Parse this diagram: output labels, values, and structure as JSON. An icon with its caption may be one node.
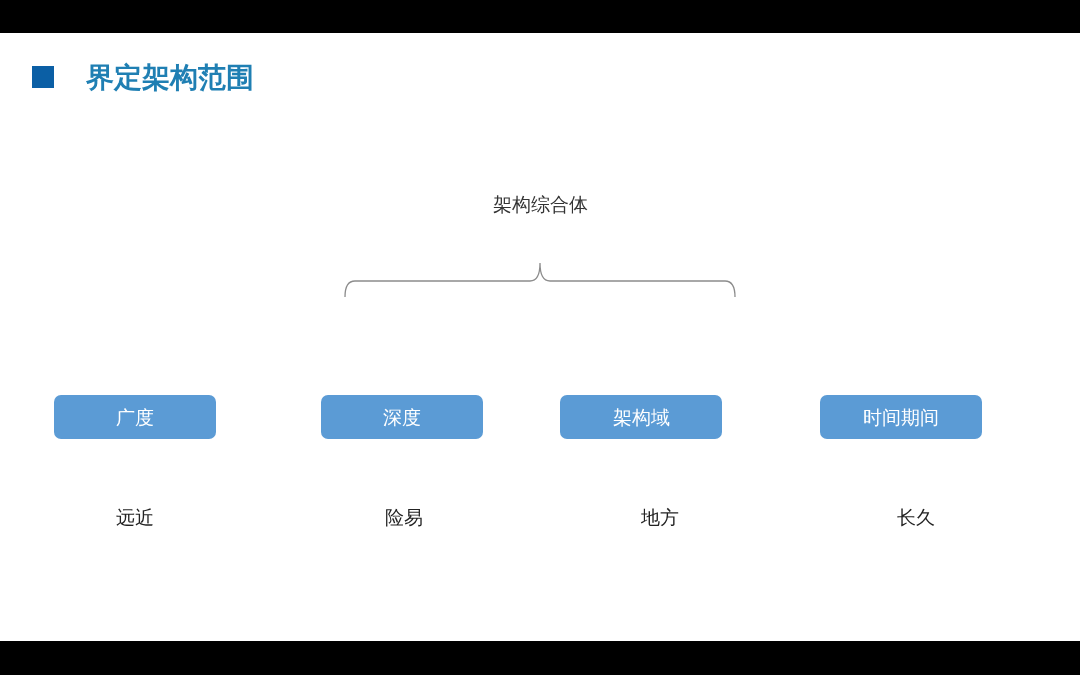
{
  "diagram": {
    "title": "界定架构范围",
    "nodes": [
      {
        "text": [
          "广度"
        ],
        "beside": [
          "远近"
        ]
      },
      {
        "text": [
          "深度"
        ],
        "beside": [
          "险易"
        ]
      },
      {
        "text": [
          "架构域"
        ],
        "beside": [
          "地方"
        ]
      },
      {
        "text": [
          "时间期间"
        ],
        "beside": [
          "长久"
        ]
      }
    ],
    "labels": [
      "架构综合体"
    ]
  }
}
